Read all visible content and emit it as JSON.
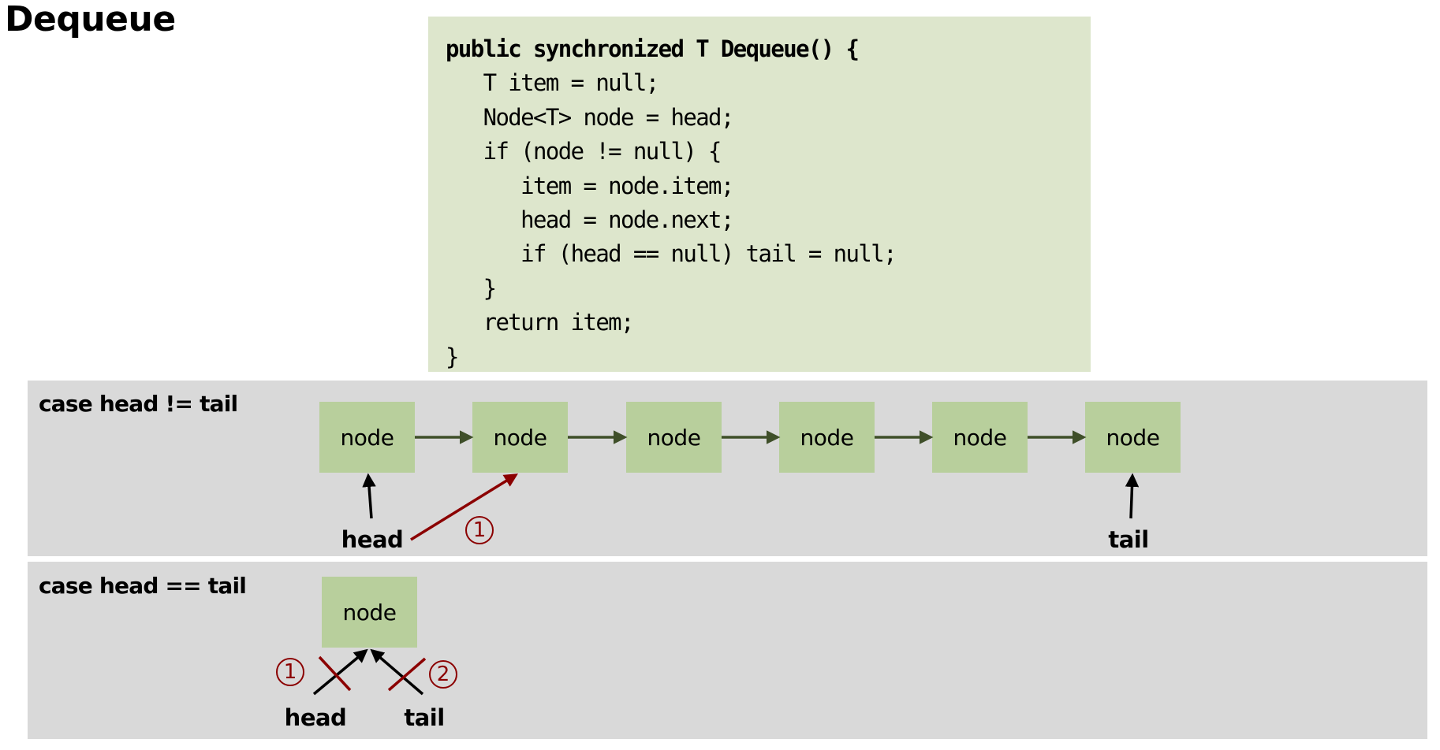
{
  "title": "Dequeue",
  "code": {
    "lines": [
      {
        "text": "public synchronized T Dequeue() {",
        "bold": true
      },
      {
        "text": "   T item = null;",
        "bold": false
      },
      {
        "text": "   Node<T> node = head;",
        "bold": false
      },
      {
        "text": "   if (node != null) {",
        "bold": false
      },
      {
        "text": "      item = node.item;",
        "bold": false
      },
      {
        "text": "      head = node.next;",
        "bold": false
      },
      {
        "text": "      if (head == null) tail = null;",
        "bold": false
      },
      {
        "text": "   }",
        "bold": false
      },
      {
        "text": "   return item;",
        "bold": false
      },
      {
        "text": "}",
        "bold": false
      }
    ]
  },
  "case_not_equal": {
    "label": "case head != tail",
    "nodes": [
      "node",
      "node",
      "node",
      "node",
      "node",
      "node"
    ],
    "head_label": "head",
    "tail_label": "tail",
    "step_badge": "1"
  },
  "case_equal": {
    "label": "case head == tail",
    "node": "node",
    "head_label": "head",
    "tail_label": "tail",
    "step_badge_head": "1",
    "step_badge_tail": "2"
  },
  "colors": {
    "code_bg": "#dde6cc",
    "panel_bg": "#d9d9d9",
    "node_fill": "#b8cf9c",
    "link_arrow": "#3f4f29",
    "pointer_arrow": "#000000",
    "change_arrow": "#8b0000"
  }
}
